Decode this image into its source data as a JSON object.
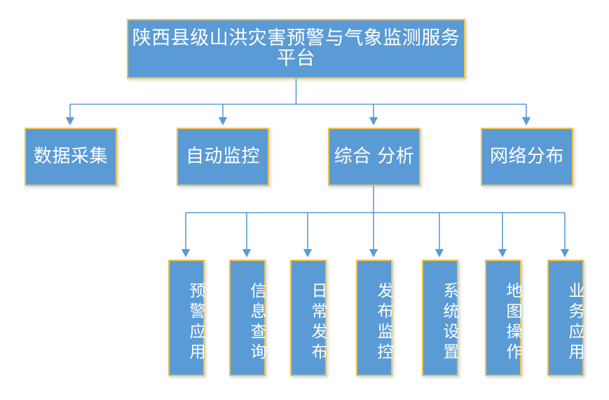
{
  "diagram": {
    "type": "organizational-hierarchy",
    "orientation": "top-down",
    "colors": {
      "node_fill": "#5B9BD5",
      "node_border": "#EDC24C",
      "node_text": "#FFFFFF",
      "connector": "#5B9BD5",
      "background": "#FFFFFF"
    },
    "root": {
      "label": "陕西县级山洪灾害预警与气象监测服务平台"
    },
    "level2": [
      {
        "label": "数据采集"
      },
      {
        "label": "自动监控"
      },
      {
        "label": "综合 分析"
      },
      {
        "label": "网络分布"
      }
    ],
    "level3": [
      {
        "label": "预警应用"
      },
      {
        "label": "信息查询"
      },
      {
        "label": "日常发布"
      },
      {
        "label": "发布监控"
      },
      {
        "label": "系统设置"
      },
      {
        "label": "地图操作"
      },
      {
        "label": "业务应用"
      }
    ]
  }
}
